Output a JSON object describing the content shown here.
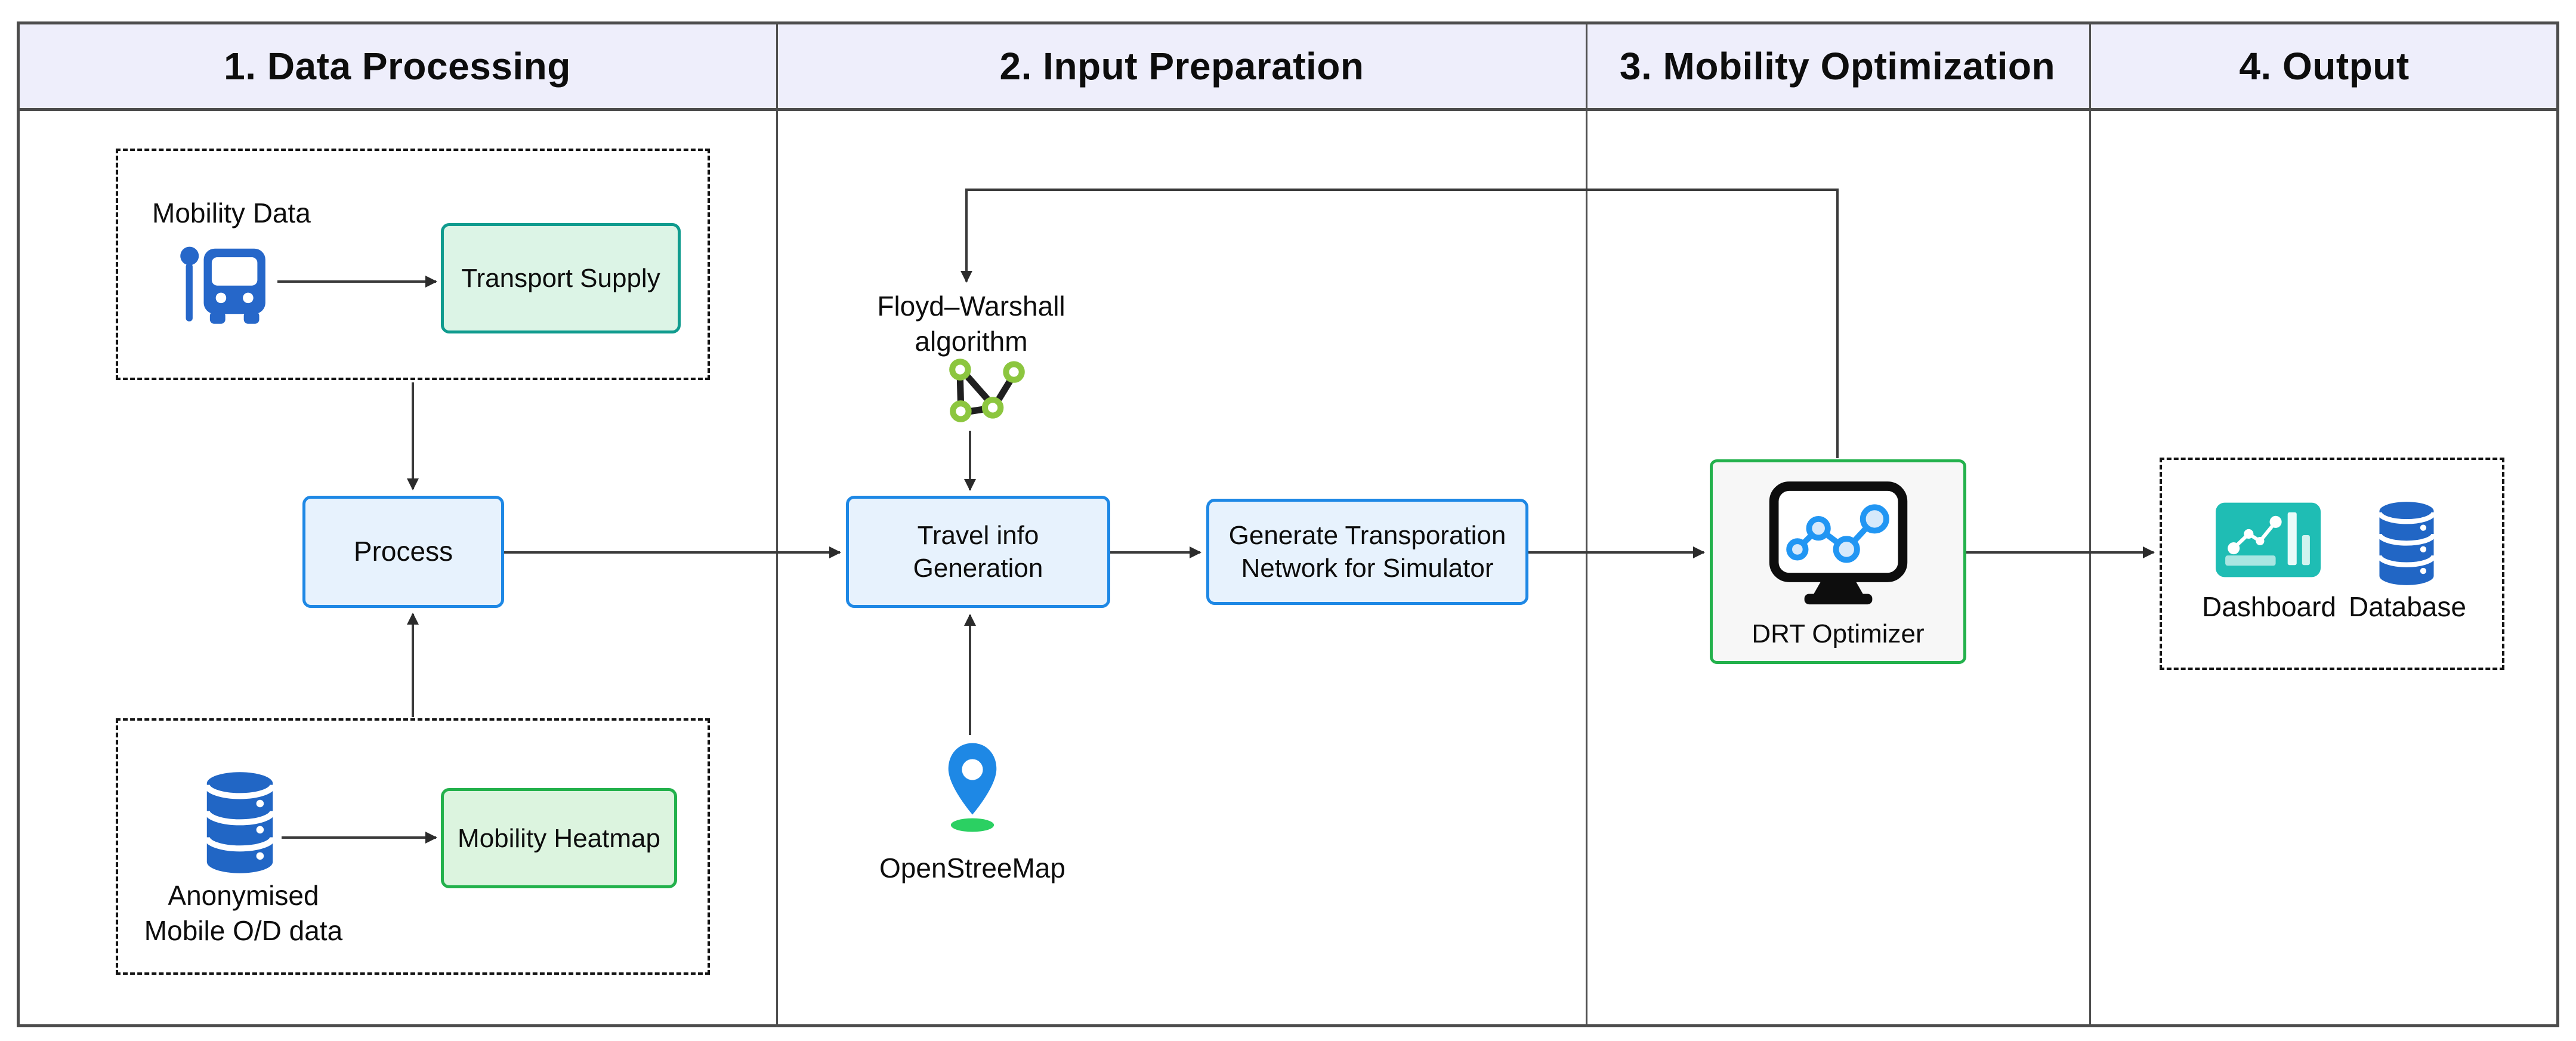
{
  "header": {
    "columns": [
      "1. Data Processing",
      "2. Input Preparation",
      "3. Mobility Optimization",
      "4. Output"
    ]
  },
  "nodes": {
    "mobility_data_label": "Mobility Data",
    "transport_supply": "Transport Supply",
    "process": "Process",
    "anonymised_mobile_od": "Anonymised Mobile O/D data",
    "mobility_heatmap": "Mobility Heatmap",
    "floyd_warshall": "Floyd–Warshall algorithm",
    "travel_info_generation": "Travel info Generation",
    "generate_network": "Generate Transporation Network for Simulator",
    "openstreemap": "OpenStreeMap",
    "drt_optimizer": "DRT Optimizer",
    "dashboard": "Dashboard",
    "database": "Database"
  },
  "icons": {
    "bus_stop": "bus-stop-icon",
    "database_source": "database-icon",
    "network_graph": "network-graph-icon",
    "map_pin": "map-pin-icon",
    "monitor_chart": "monitor-chart-icon",
    "dashboard_app": "dashboard-icon",
    "database_output": "database-icon"
  },
  "colors": {
    "header_fill": "#eeeefb",
    "frame_border": "#4c4c4c",
    "connector": "#3a3a3a",
    "blue_box_border": "#1e88e5",
    "blue_box_fill": "#e7f2fd",
    "teal_box_border": "#0f9b8e",
    "green_box_border": "#23b14c",
    "green_box_fill": "#dcf4df",
    "drt_box_fill": "#f7f7f7",
    "icon_blue": "#2667c9",
    "database_blue": "#2166c5",
    "pin_blue": "#1e88e5",
    "pin_shadow_green": "#2bd062",
    "node_ring_green": "#8cc63f",
    "dashboard_teal": "#1fbdb4"
  }
}
